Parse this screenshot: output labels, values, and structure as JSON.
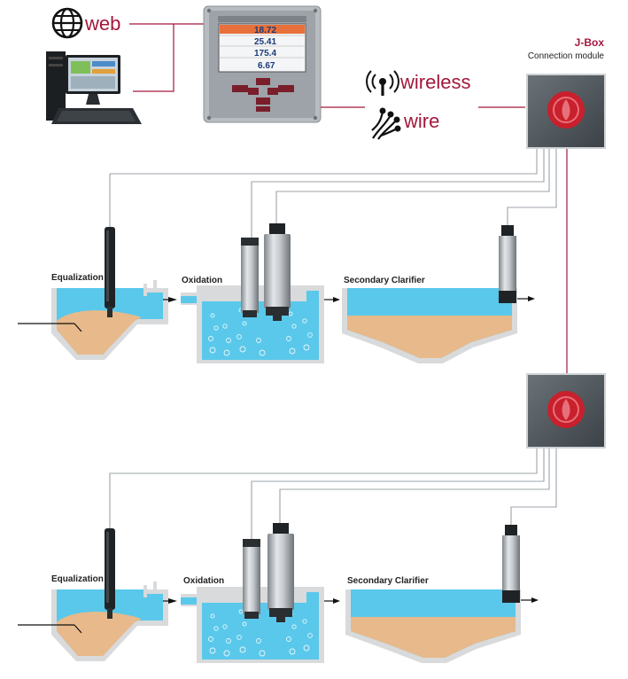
{
  "links": {
    "web": "web",
    "wireless": "wireless",
    "wire": "wire"
  },
  "jbox": {
    "title": "J-Box",
    "subtitle": "Connection module"
  },
  "controller": {
    "readings": [
      "18.72",
      "25.41",
      "175.4",
      "6.67"
    ]
  },
  "processes": [
    {
      "tanks": [
        "Equalization",
        "Oxidation",
        "Secondary Clarifier"
      ]
    },
    {
      "tanks": [
        "Equalization",
        "Oxidation",
        "Secondary Clarifier"
      ]
    }
  ],
  "colors": {
    "accent": "#a4173c",
    "water": "#5ac8ea",
    "sludge": "#e8b98a",
    "tank_wall": "#d8dadc",
    "panel": "#4a5258"
  }
}
